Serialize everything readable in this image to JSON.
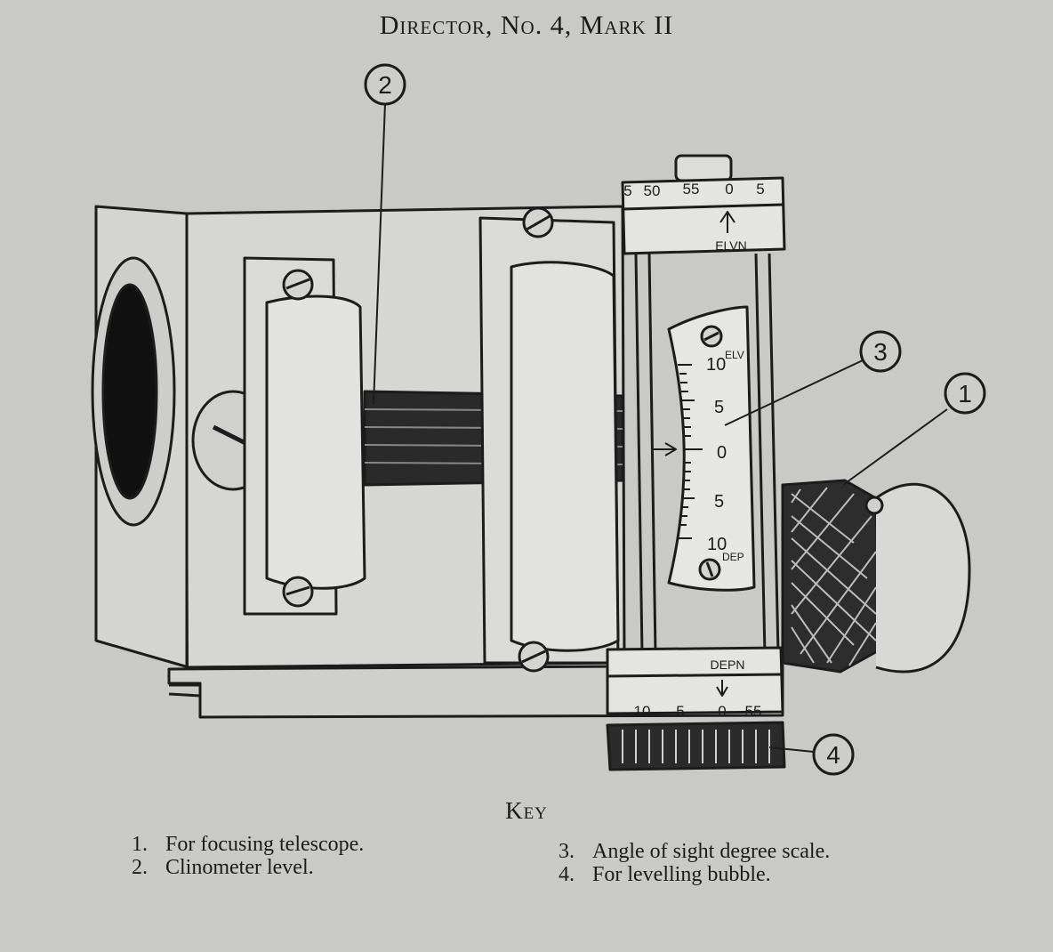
{
  "title": "Director, No. 4, Mark II",
  "callouts": [
    "2",
    "3",
    "1",
    "4"
  ],
  "elevation_drum": {
    "ticks": [
      "5",
      "50",
      "55",
      "0",
      "5"
    ],
    "label": "ELVN"
  },
  "depression_drum": {
    "ticks": [
      "10",
      "5",
      "0",
      "55"
    ],
    "label": "DEPN"
  },
  "arc_scale": {
    "top_tag": "ELV",
    "bottom_tag": "DEP",
    "marks": [
      "10",
      "5",
      "0",
      "5",
      "10"
    ]
  },
  "key": {
    "heading": "Key",
    "left_items": [
      {
        "num": "1.",
        "text": "For focusing telescope."
      },
      {
        "num": "2.",
        "text": "Clinometer level."
      }
    ],
    "right_items": [
      {
        "num": "3.",
        "text": "Angle of sight degree scale."
      },
      {
        "num": "4.",
        "text": "For levelling bubble."
      }
    ]
  }
}
